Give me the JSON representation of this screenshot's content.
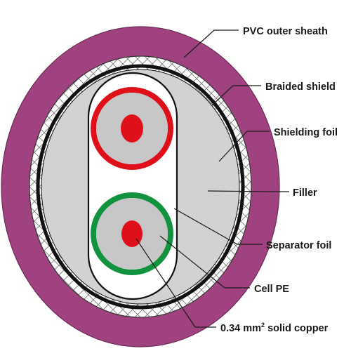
{
  "labels": {
    "outer_sheath": "PVC outer sheath",
    "braided_shield": "Braided shield",
    "shielding_foil": "Shielding foil",
    "filler": "Filler",
    "separator_foil": "Separator foil",
    "cell_pe": "Cell PE",
    "conductor_prefix": "0.34 mm",
    "conductor_superscript": "2",
    "conductor_suffix": " solid copper"
  },
  "colors": {
    "outer_sheath": "#a0427f",
    "braid": "#ffffff",
    "braid_lines": "#777777",
    "foil": "#111111",
    "filler": "#d2d2d2",
    "cell_pe": "#c7c7c7",
    "core_red_insulation": "#e0101b",
    "core_green_insulation": "#12933f",
    "copper_dot": "#e0101b",
    "separator": "#ffffff"
  }
}
